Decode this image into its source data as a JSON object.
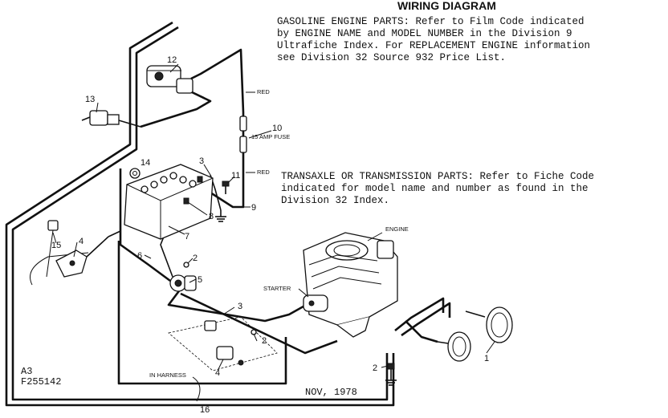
{
  "title": "WIRING DIAGRAM",
  "notes": {
    "gasoline": [
      "GASOLINE ENGINE PARTS:  Refer to Film Code indicated",
      "by ENGINE NAME and MODEL NUMBER in the Division 9",
      "Ultrafiche Index.  For REPLACEMENT ENGINE information",
      "see Division 32 Source 932 Price List."
    ],
    "transaxle": [
      "TRANSAXLE OR TRANSMISSION PARTS:  Refer to Fiche Code",
      "indicated for model name and number as found in the",
      "Division 32 Index."
    ]
  },
  "labels": {
    "red_top": "RED",
    "fuse": "15 AMP FUSE",
    "red_mid": "RED",
    "engine": "ENGINE",
    "starter": "STARTER",
    "in_harness": "IN HARNESS"
  },
  "callouts": {
    "c1": "1",
    "c2a": "2",
    "c2b": "2",
    "c2c": "2",
    "c3a": "3",
    "c3b": "3",
    "c4a": "4",
    "c4b": "4",
    "c5": "5",
    "c6": "6",
    "c7": "7",
    "c8": "8",
    "c9": "9",
    "c10": "10",
    "c11": "11",
    "c12": "12",
    "c13": "13",
    "c14": "14",
    "c15": "15",
    "c16": "16"
  },
  "footer": {
    "code_line1": "A3",
    "code_line2": "F255142",
    "date": "NOV, 1978"
  }
}
